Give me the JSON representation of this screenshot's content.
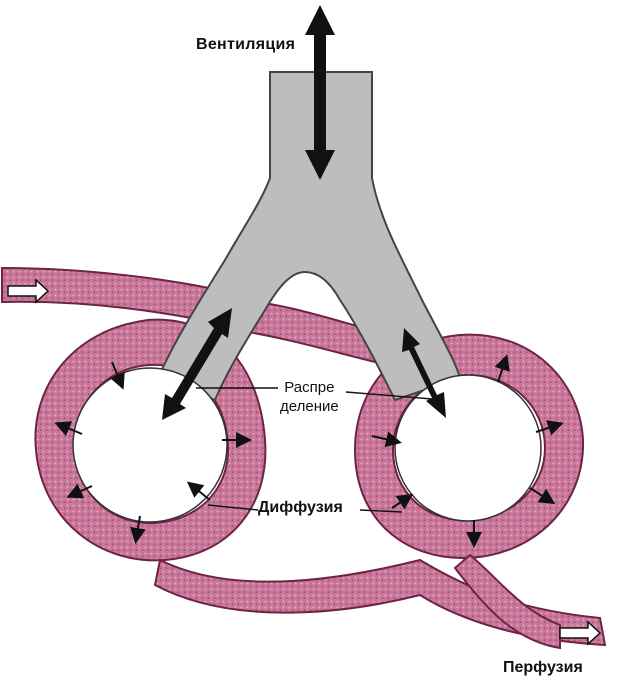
{
  "labels": {
    "ventilation": "Вентиляция",
    "distribution_line1": "Распре",
    "distribution_line2": "деление",
    "diffusion": "Диффузия",
    "perfusion": "Перфузия"
  },
  "colors": {
    "vessel": "#c06a8e",
    "vessel_dark": "#7a2a4a",
    "airway": "#bdbdbd",
    "airway_edge": "#5a5a5a",
    "arrow": "#111111",
    "background": "#ffffff"
  }
}
